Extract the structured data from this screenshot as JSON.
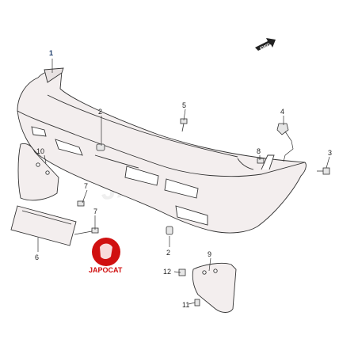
{
  "callouts": {
    "c1": "1",
    "c2a": "2",
    "c2b": "2",
    "c3": "3",
    "c4": "4",
    "c5": "5",
    "c6": "6",
    "c7a": "7",
    "c7b": "7",
    "c8": "8",
    "c9": "9",
    "c10": "10",
    "c11": "11",
    "c12": "12"
  },
  "direction_marker": {
    "label": "FWD"
  },
  "watermark": {
    "text": "JAPOCAT"
  },
  "logo": {
    "brand": "JAPOCAT",
    "color": "#d01010"
  },
  "colors": {
    "line": "#333333",
    "part_fill": "#f3eeee",
    "accent_callout": "#1a3a6a"
  }
}
